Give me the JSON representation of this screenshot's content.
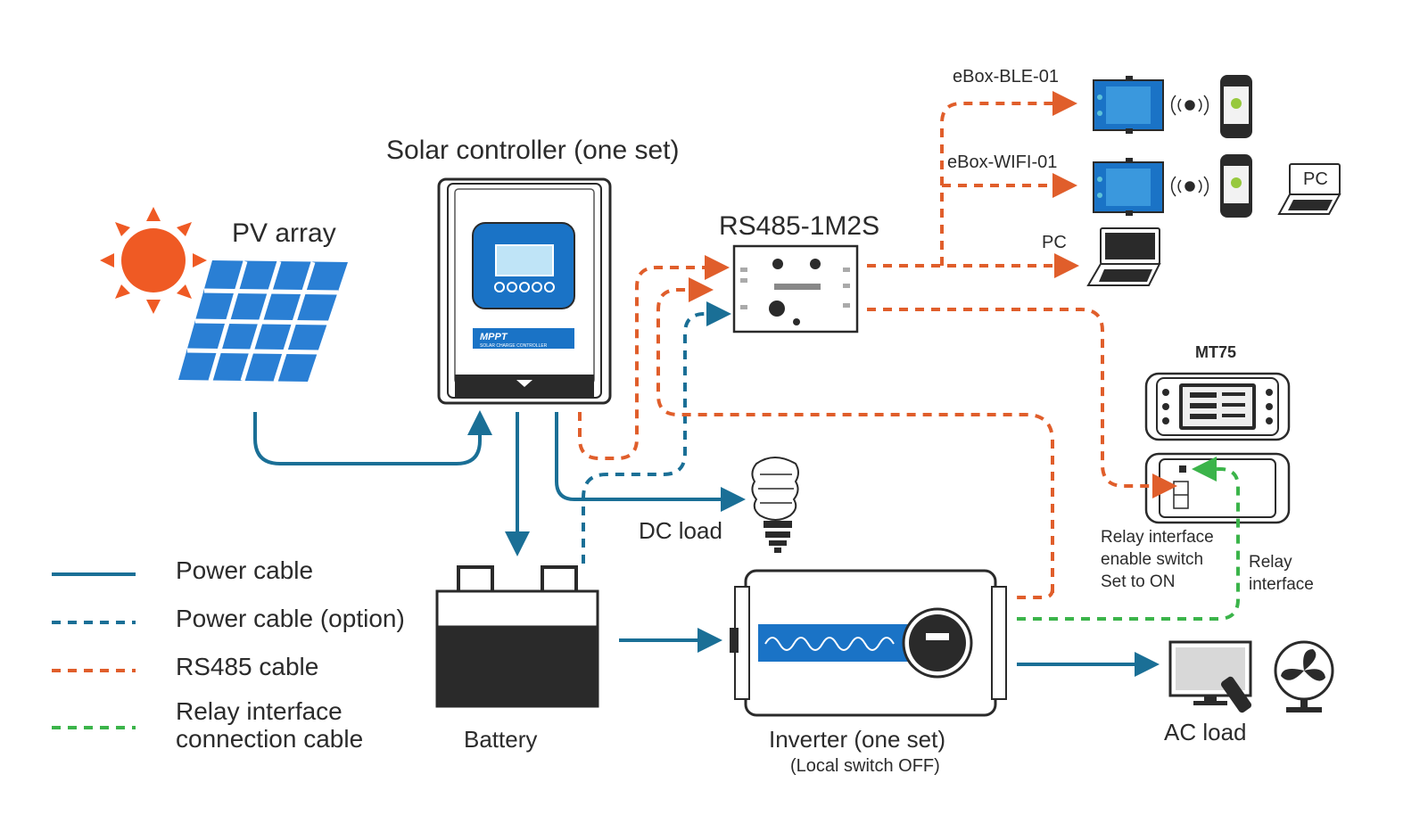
{
  "colors": {
    "power": "#1a6f96",
    "rs485": "#e05e2b",
    "relay": "#3bb44a",
    "solar_blue": "#2a7fd4",
    "sun": "#ef5a24",
    "device_blue": "#1a73c6",
    "dark": "#2a2a2a"
  },
  "labels": {
    "solar_controller": "Solar controller (one set)",
    "pv_array": "PV array",
    "rs485_module": "RS485-1M2S",
    "ebox_ble": "eBox-BLE-01",
    "ebox_wifi": "eBox-WIFI-01",
    "pc_top": "PC",
    "pc_mid": "PC",
    "mt75": "MT75",
    "relay_enable_line1": "Relay interface",
    "relay_enable_line2": "enable switch",
    "relay_enable_line3": "Set to ON",
    "relay_iface_line1": "Relay",
    "relay_iface_line2": "interface",
    "dc_load": "DC load",
    "battery": "Battery",
    "inverter": "Inverter (one set)",
    "inverter_note": "(Local switch OFF)",
    "ac_load": "AC load",
    "mppt_brand": "MPPT",
    "mppt_sub": "SOLAR CHARGE CONTROLLER"
  },
  "legend": [
    {
      "style": "power",
      "text": "Power cable"
    },
    {
      "style": "power-dashed",
      "text": "Power cable (option)"
    },
    {
      "style": "rs485",
      "text": "RS485 cable"
    },
    {
      "style": "relay",
      "text": "Relay interface",
      "text2": "connection cable"
    }
  ]
}
